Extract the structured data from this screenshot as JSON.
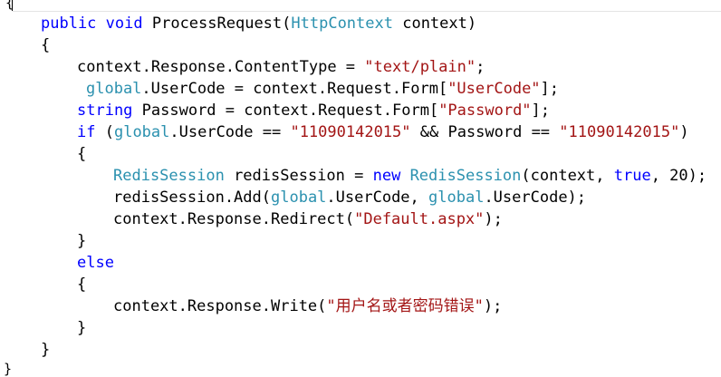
{
  "editor": {
    "top_brace": "{",
    "bottom_brace": "}",
    "lines": [
      {
        "segments": [
          {
            "text": "public",
            "kind": "keyword"
          },
          {
            "text": " ",
            "kind": "plain"
          },
          {
            "text": "void",
            "kind": "keyword"
          },
          {
            "text": " ProcessRequest(",
            "kind": "plain"
          },
          {
            "text": "HttpContext",
            "kind": "type"
          },
          {
            "text": " context)",
            "kind": "plain"
          }
        ]
      },
      {
        "segments": [
          {
            "text": "{",
            "kind": "plain"
          }
        ]
      },
      {
        "segments": [
          {
            "text": "context.Response.ContentType = ",
            "kind": "plain"
          },
          {
            "text": "\"text/plain\"",
            "kind": "string"
          },
          {
            "text": ";",
            "kind": "plain"
          }
        ]
      },
      {
        "segments": [
          {
            "text": "global",
            "kind": "type"
          },
          {
            "text": ".UserCode = context.Request.Form[",
            "kind": "plain"
          },
          {
            "text": "\"UserCode\"",
            "kind": "string"
          },
          {
            "text": "];",
            "kind": "plain"
          }
        ]
      },
      {
        "segments": [
          {
            "text": "string",
            "kind": "keyword"
          },
          {
            "text": " Password = context.Request.Form[",
            "kind": "plain"
          },
          {
            "text": "\"Password\"",
            "kind": "string"
          },
          {
            "text": "];",
            "kind": "plain"
          }
        ]
      },
      {
        "segments": [
          {
            "text": "if",
            "kind": "keyword"
          },
          {
            "text": " (",
            "kind": "plain"
          },
          {
            "text": "global",
            "kind": "type"
          },
          {
            "text": ".UserCode == ",
            "kind": "plain"
          },
          {
            "text": "\"11090142015\"",
            "kind": "string"
          },
          {
            "text": " && Password == ",
            "kind": "plain"
          },
          {
            "text": "\"11090142015\"",
            "kind": "string"
          },
          {
            "text": ")",
            "kind": "plain"
          }
        ]
      },
      {
        "segments": [
          {
            "text": "{",
            "kind": "plain"
          }
        ]
      },
      {
        "segments": [
          {
            "text": "RedisSession",
            "kind": "type"
          },
          {
            "text": " redisSession = ",
            "kind": "plain"
          },
          {
            "text": "new",
            "kind": "keyword"
          },
          {
            "text": " ",
            "kind": "plain"
          },
          {
            "text": "RedisSession",
            "kind": "type"
          },
          {
            "text": "(context, ",
            "kind": "plain"
          },
          {
            "text": "true",
            "kind": "keyword"
          },
          {
            "text": ", 20);",
            "kind": "plain"
          }
        ]
      },
      {
        "segments": [
          {
            "text": "redisSession.Add(",
            "kind": "plain"
          },
          {
            "text": "global",
            "kind": "type"
          },
          {
            "text": ".UserCode, ",
            "kind": "plain"
          },
          {
            "text": "global",
            "kind": "type"
          },
          {
            "text": ".UserCode);",
            "kind": "plain"
          }
        ]
      },
      {
        "segments": [
          {
            "text": "context.Response.Redirect(",
            "kind": "plain"
          },
          {
            "text": "\"Default.aspx\"",
            "kind": "string"
          },
          {
            "text": ");",
            "kind": "plain"
          }
        ]
      },
      {
        "segments": [
          {
            "text": "}",
            "kind": "plain"
          }
        ]
      },
      {
        "segments": [
          {
            "text": "else",
            "kind": "keyword"
          }
        ]
      },
      {
        "segments": [
          {
            "text": "{",
            "kind": "plain"
          }
        ]
      },
      {
        "segments": [
          {
            "text": "context.Response.Write(",
            "kind": "plain"
          },
          {
            "text": "\"用户名或者密码错误\"",
            "kind": "string"
          },
          {
            "text": ");",
            "kind": "plain"
          }
        ]
      },
      {
        "segments": [
          {
            "text": "}",
            "kind": "plain"
          }
        ]
      },
      {
        "segments": [
          {
            "text": "}",
            "kind": "plain"
          }
        ]
      }
    ]
  },
  "colors": {
    "keyword": "#0000ff",
    "type": "#2b91af",
    "string": "#a31515",
    "plain": "#000000",
    "background": "#ffffff"
  }
}
